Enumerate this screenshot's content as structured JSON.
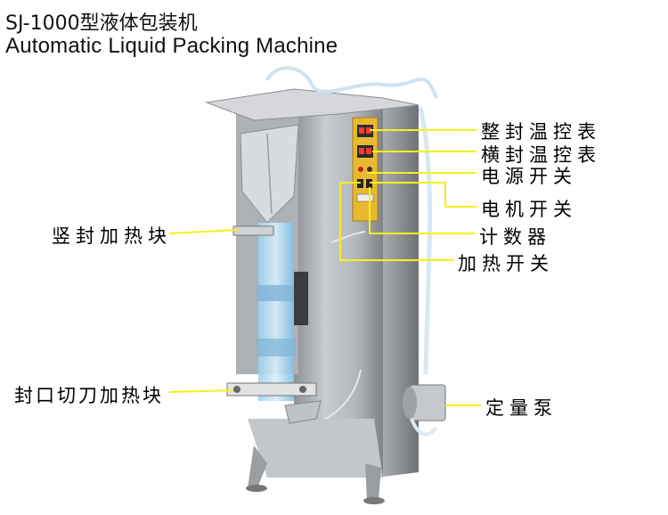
{
  "title": {
    "model_cn": "SJ-1000型液体包装机",
    "english": "Automatic Liquid Packing Machine"
  },
  "callouts": {
    "shaping_seal_temp_controller": "整封温控表",
    "horizontal_seal_temp_controller": "横封温控表",
    "power_switch": "电源开关",
    "motor_switch": "电机开关",
    "counter": "计数器",
    "heating_switch": "加热开关",
    "vertical_seal_heater": "竖封加热块",
    "seal_cutter_heater": "封口切刀加热块",
    "metering_pump": "定量泵"
  },
  "colors": {
    "leader_line": "#f7f01a",
    "machine_body": "#b9bcc0",
    "panel": "#e8b830",
    "background": "#ffffff"
  }
}
